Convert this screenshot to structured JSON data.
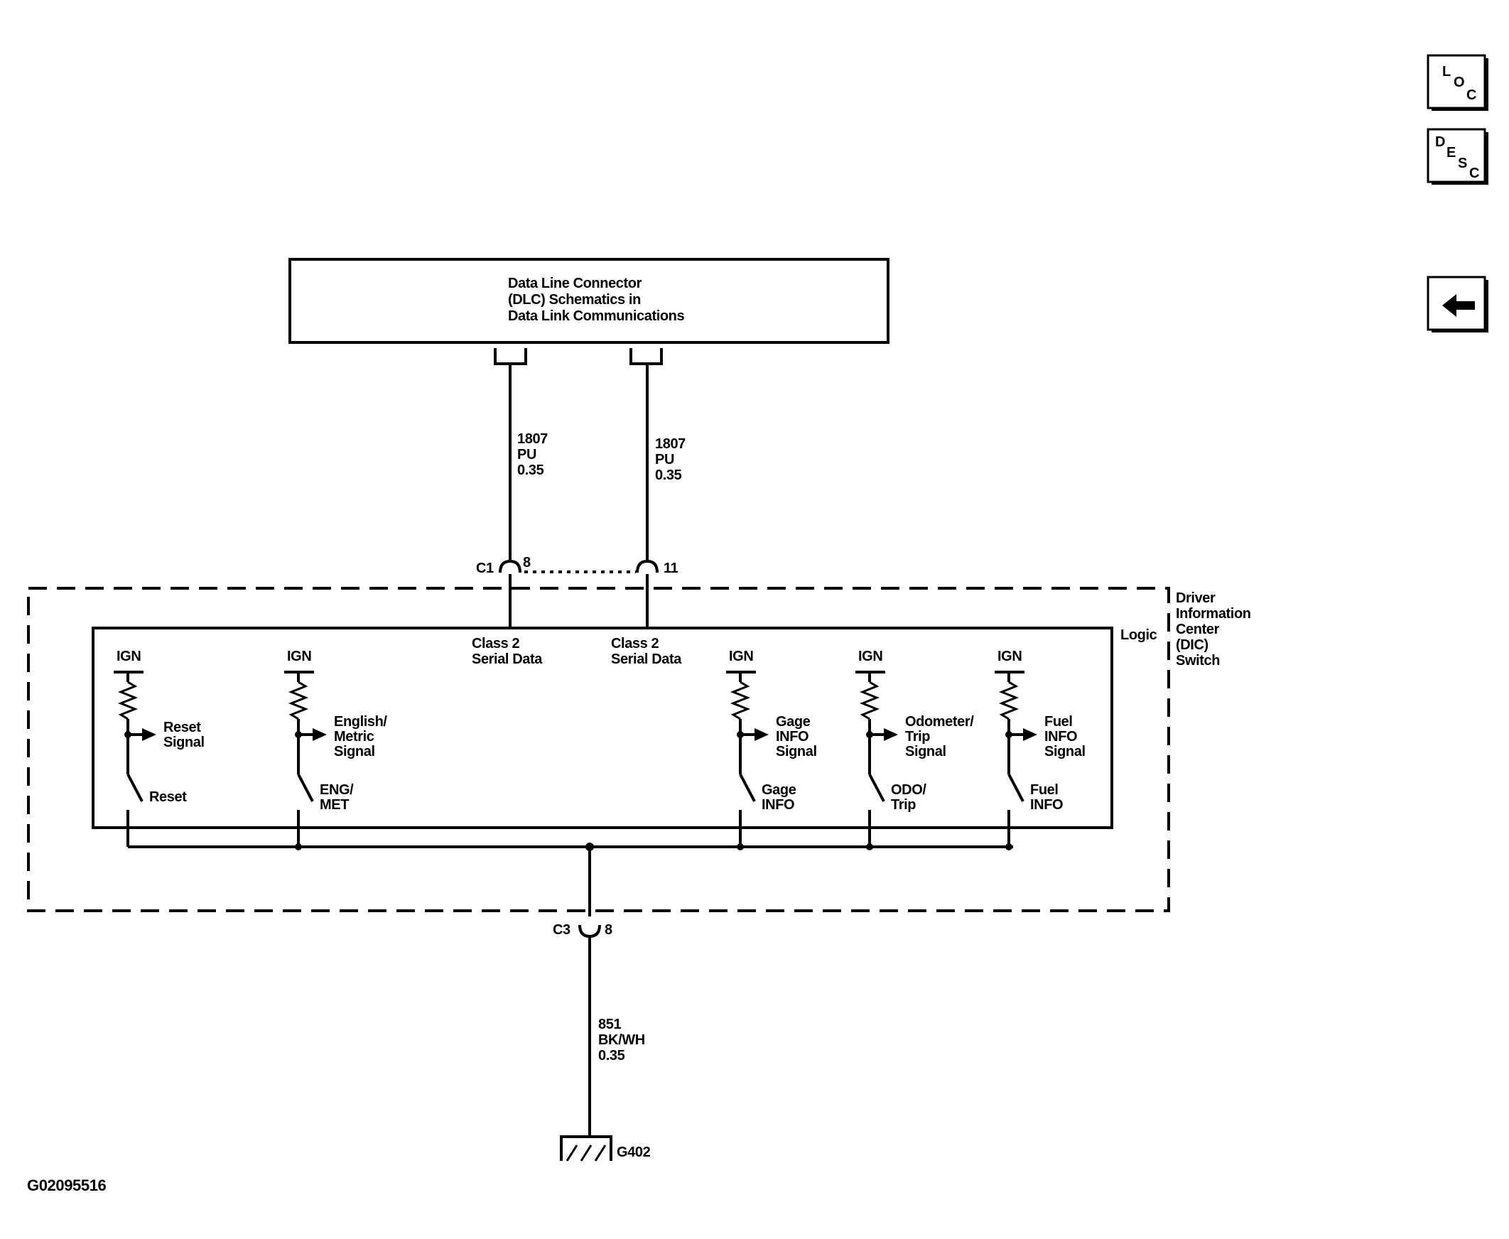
{
  "nav": {
    "loc": {
      "l1": "L",
      "l2": "O",
      "l3": "C"
    },
    "desc": {
      "l1": "D",
      "l2": "E",
      "l3": "S",
      "l4": "C"
    }
  },
  "dlc_box": {
    "line1": "Data Line Connector",
    "line2": "(DLC) Schematics in",
    "line3": "Data Link Communications"
  },
  "wires": {
    "left": {
      "circuit": "1807",
      "color": "PU",
      "gauge": "0.35"
    },
    "right": {
      "circuit": "1807",
      "color": "PU",
      "gauge": "0.35"
    },
    "ground": {
      "circuit": "851",
      "color": "BK/WH",
      "gauge": "0.35"
    }
  },
  "connectors": {
    "c1": {
      "label": "C1",
      "pin_left": "8",
      "pin_right": "11"
    },
    "c3": {
      "label": "C3",
      "pin": "8"
    }
  },
  "module": {
    "name_lines": [
      "Driver",
      "Information",
      "Center",
      "(DIC)",
      "Switch"
    ],
    "logic_label": "Logic",
    "serial_left": {
      "line1": "Class 2",
      "line2": "Serial Data"
    },
    "serial_right": {
      "line1": "Class 2",
      "line2": "Serial Data"
    }
  },
  "switches": [
    {
      "ign": "IGN",
      "signal": [
        "Reset",
        "Signal"
      ],
      "name": [
        "Reset",
        ""
      ]
    },
    {
      "ign": "IGN",
      "signal": [
        "English/",
        "Metric",
        "Signal"
      ],
      "name": [
        "ENG/",
        "MET"
      ]
    },
    {
      "ign": "IGN",
      "signal": [
        "Gage",
        "INFO",
        "Signal"
      ],
      "name": [
        "Gage",
        "INFO"
      ]
    },
    {
      "ign": "IGN",
      "signal": [
        "Odometer/",
        "Trip",
        "Signal"
      ],
      "name": [
        "ODO/",
        "Trip"
      ]
    },
    {
      "ign": "IGN",
      "signal": [
        "Fuel",
        "INFO",
        "Signal"
      ],
      "name": [
        "Fuel",
        "INFO"
      ]
    }
  ],
  "ground_label": "G402",
  "figure_id": "G02095516"
}
